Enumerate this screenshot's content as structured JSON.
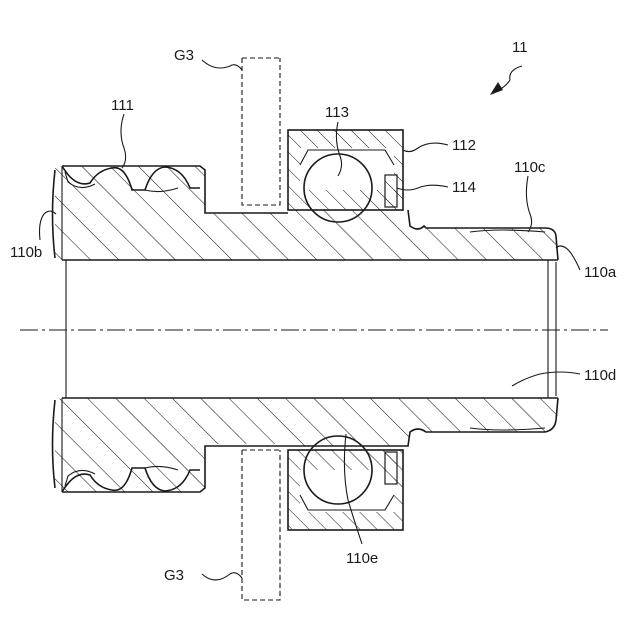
{
  "figure": {
    "ref_number": "11",
    "labels": {
      "g3_top": "G3",
      "g3_bottom": "G3",
      "l111": "111",
      "l113": "113",
      "l112": "112",
      "l114": "114",
      "l110c": "110c",
      "l110b": "110b",
      "l110a": "110a",
      "l110d": "110d",
      "l110e": "110e"
    }
  }
}
